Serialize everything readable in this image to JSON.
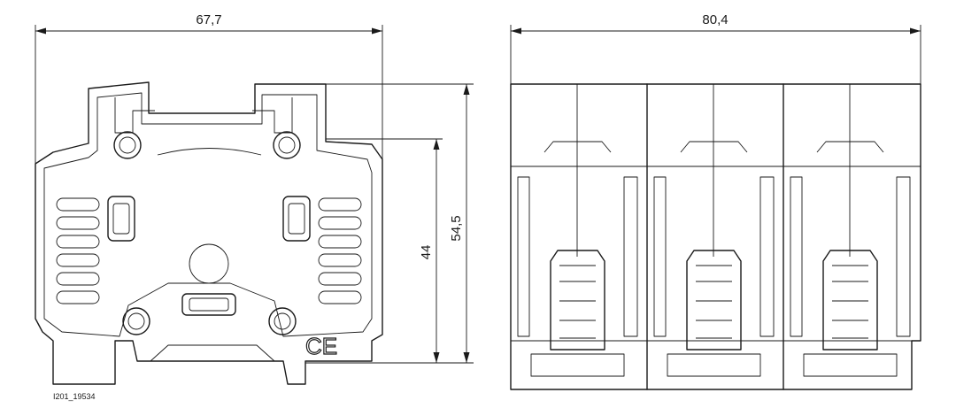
{
  "dimensions": {
    "front_width": "67,7",
    "side_width": "80,4",
    "height_total": "54,5",
    "height_inner": "44"
  },
  "marks": {
    "ce": "CE"
  },
  "drawing_code": "I201_19534"
}
